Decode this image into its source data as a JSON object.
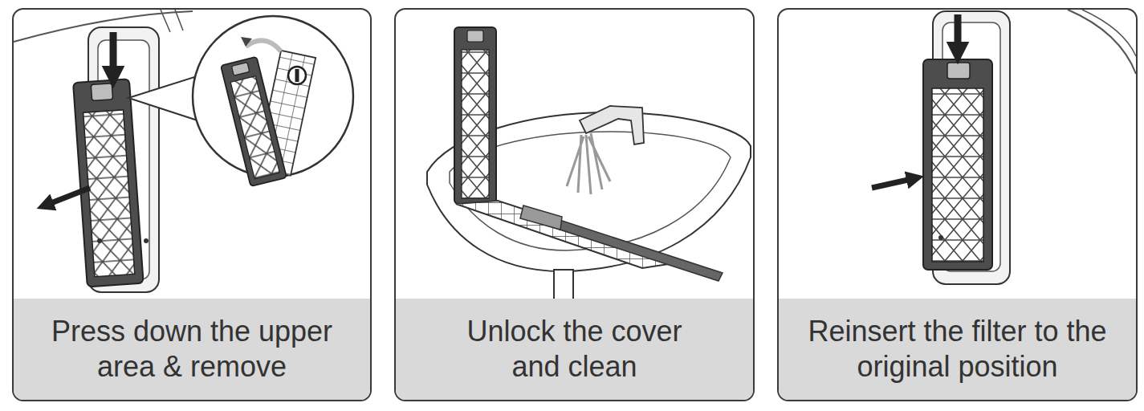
{
  "diagram": {
    "nodes": [
      {
        "text": [
          "Press down the upper area & remove"
        ]
      },
      {
        "text": [
          "Unlock the cover and clean"
        ]
      },
      {
        "text": [
          "Reinsert the filter to the original position"
        ]
      }
    ]
  }
}
